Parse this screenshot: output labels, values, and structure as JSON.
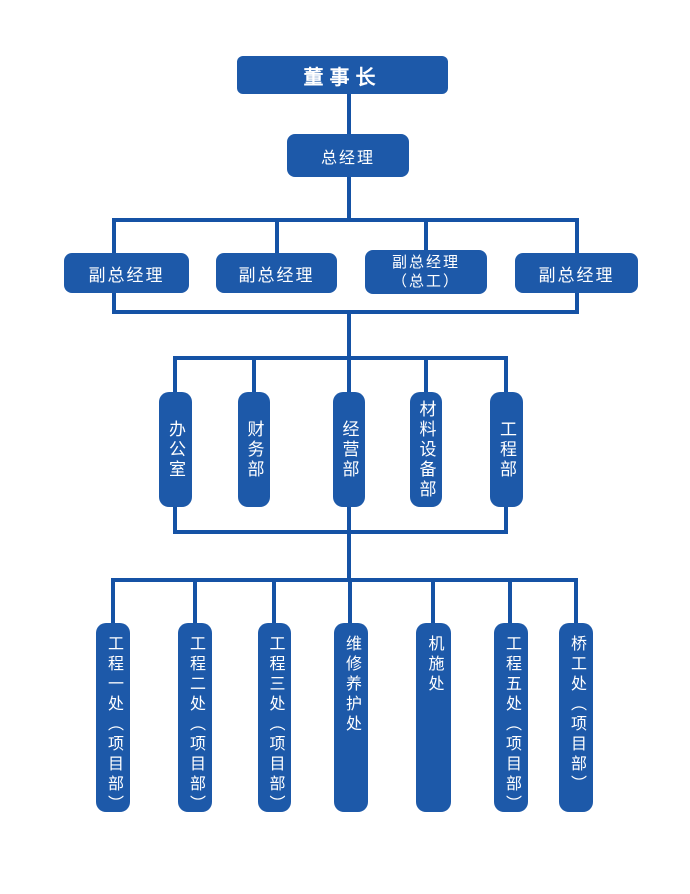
{
  "colors": {
    "box_fill": "#1d59a9",
    "line": "#1552a5",
    "text": "#ffffff",
    "background": "#ffffff"
  },
  "org": {
    "chairman": "董事长",
    "general_manager": "总经理",
    "deputies": [
      {
        "label": "副总经理"
      },
      {
        "label": "副总经理"
      },
      {
        "line1": "副总经理",
        "line2": "（总工）"
      },
      {
        "label": "副总经理"
      }
    ],
    "departments": [
      "办公室",
      "财务部",
      "经营部",
      "材料设备部",
      "工程部"
    ],
    "offices": [
      "工程一处（项目部）",
      "工程二处（项目部）",
      "工程三处（项目部）",
      "维修养护处",
      "机施处",
      "工程五处（项目部）",
      "桥工处（项目部）"
    ]
  }
}
